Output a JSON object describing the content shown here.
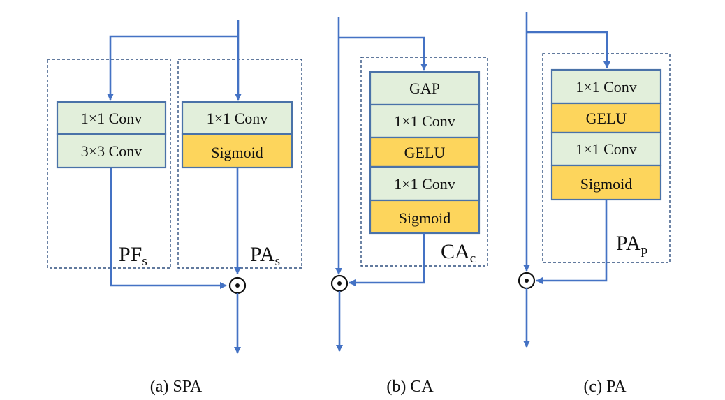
{
  "panels": {
    "spa": {
      "caption": "(a)  SPA",
      "left_region": {
        "label": "PF",
        "sub": "s"
      },
      "right_region": {
        "label": "PA",
        "sub": "s"
      },
      "left_blocks": [
        "1×1 Conv",
        "3×3 Conv"
      ],
      "right_blocks": [
        "1×1 Conv",
        "Sigmoid"
      ]
    },
    "ca": {
      "caption": "(b)  CA",
      "region": {
        "label": "CA",
        "sub": "c"
      },
      "blocks": [
        "GAP",
        "1×1 Conv",
        "GELU",
        "1×1 Conv",
        "Sigmoid"
      ]
    },
    "pa": {
      "caption": "(c)  PA",
      "region": {
        "label": "PA",
        "sub": "p"
      },
      "blocks": [
        "1×1 Conv",
        "GELU",
        "1×1 Conv",
        "Sigmoid"
      ]
    }
  },
  "colors": {
    "conv_block": "#e2efdb",
    "activation_block": "#fdd55c",
    "arrow": "#4472c4",
    "border": "#4a72a8"
  },
  "icons": {
    "multiply": "circle-dot-multiply-icon"
  }
}
